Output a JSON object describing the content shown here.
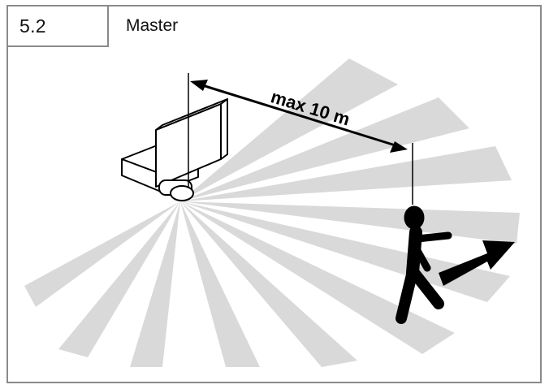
{
  "header": {
    "section_number": "5.2",
    "title": "Master"
  },
  "diagram": {
    "distance_label": "max 10 m"
  },
  "colors": {
    "frame": "#8a8a8a",
    "beam": "#d9d9d9",
    "ink": "#000000"
  }
}
